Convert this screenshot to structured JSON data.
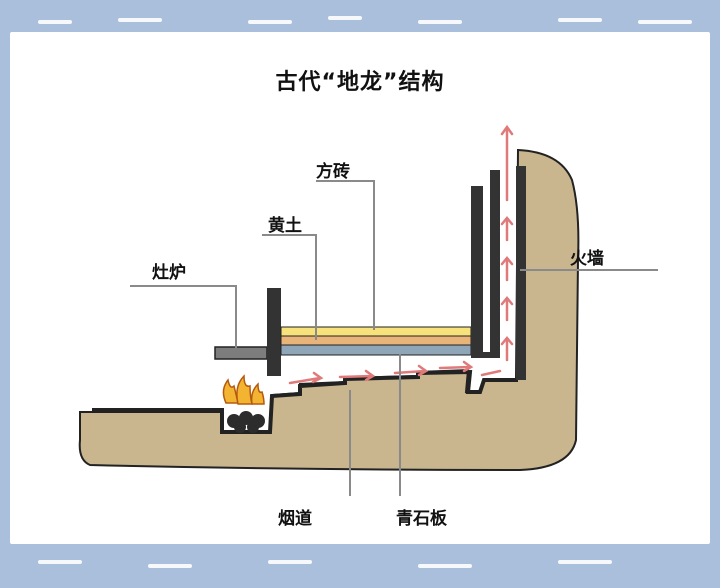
{
  "title": "古代“地龙”结构",
  "labels": {
    "bricks": "方砖",
    "loess": "黄土",
    "stove": "灶炉",
    "fire_wall": "火墙",
    "flue": "烟道",
    "bluestone": "青石板"
  },
  "colors": {
    "background_frame": "#a9bfdc",
    "ground": "#c9b68f",
    "brick_layer": "#f7e27b",
    "loess_layer": "#e9b47a",
    "bluestone_layer": "#8fa6b8",
    "flue_arrows": "#e07a7a",
    "wall": "#333333",
    "fire": "#f2b431"
  }
}
